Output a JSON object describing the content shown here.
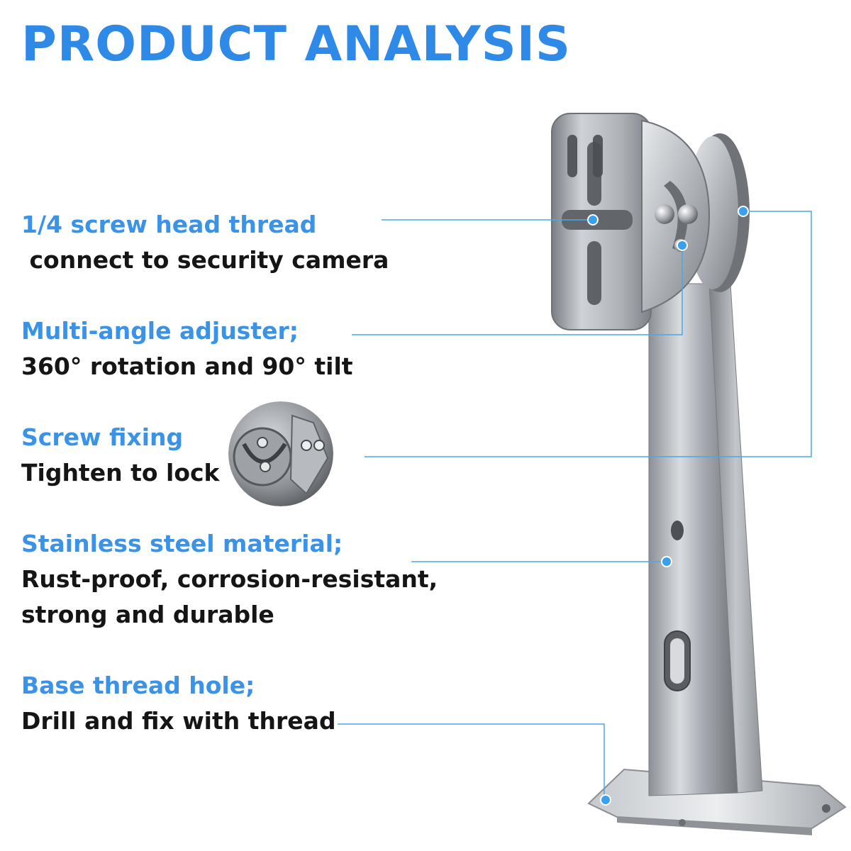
{
  "header": {
    "title": "PRODUCT ANALYSIS"
  },
  "features": [
    {
      "title": "1/4 screw head thread",
      "desc": " connect to security camera"
    },
    {
      "title": "Multi-angle adjuster;",
      "desc": "360° rotation and 90° tilt"
    },
    {
      "title": "Screw fixing",
      "desc": "Tighten to lock"
    },
    {
      "title": "Stainless steel material;",
      "desc": "Rust-proof, corrosion-resistant,",
      "desc2": "strong and durable"
    },
    {
      "title": "Base thread hole;",
      "desc": "Drill and fix with thread"
    }
  ],
  "colors": {
    "accent": "#2e8ae6",
    "text": "#151515",
    "line": "#4aa8e8",
    "steel": "#b9bdc3"
  },
  "icons": {
    "inset": "screw-fixing-closeup",
    "dot": "callout-dot-icon"
  }
}
